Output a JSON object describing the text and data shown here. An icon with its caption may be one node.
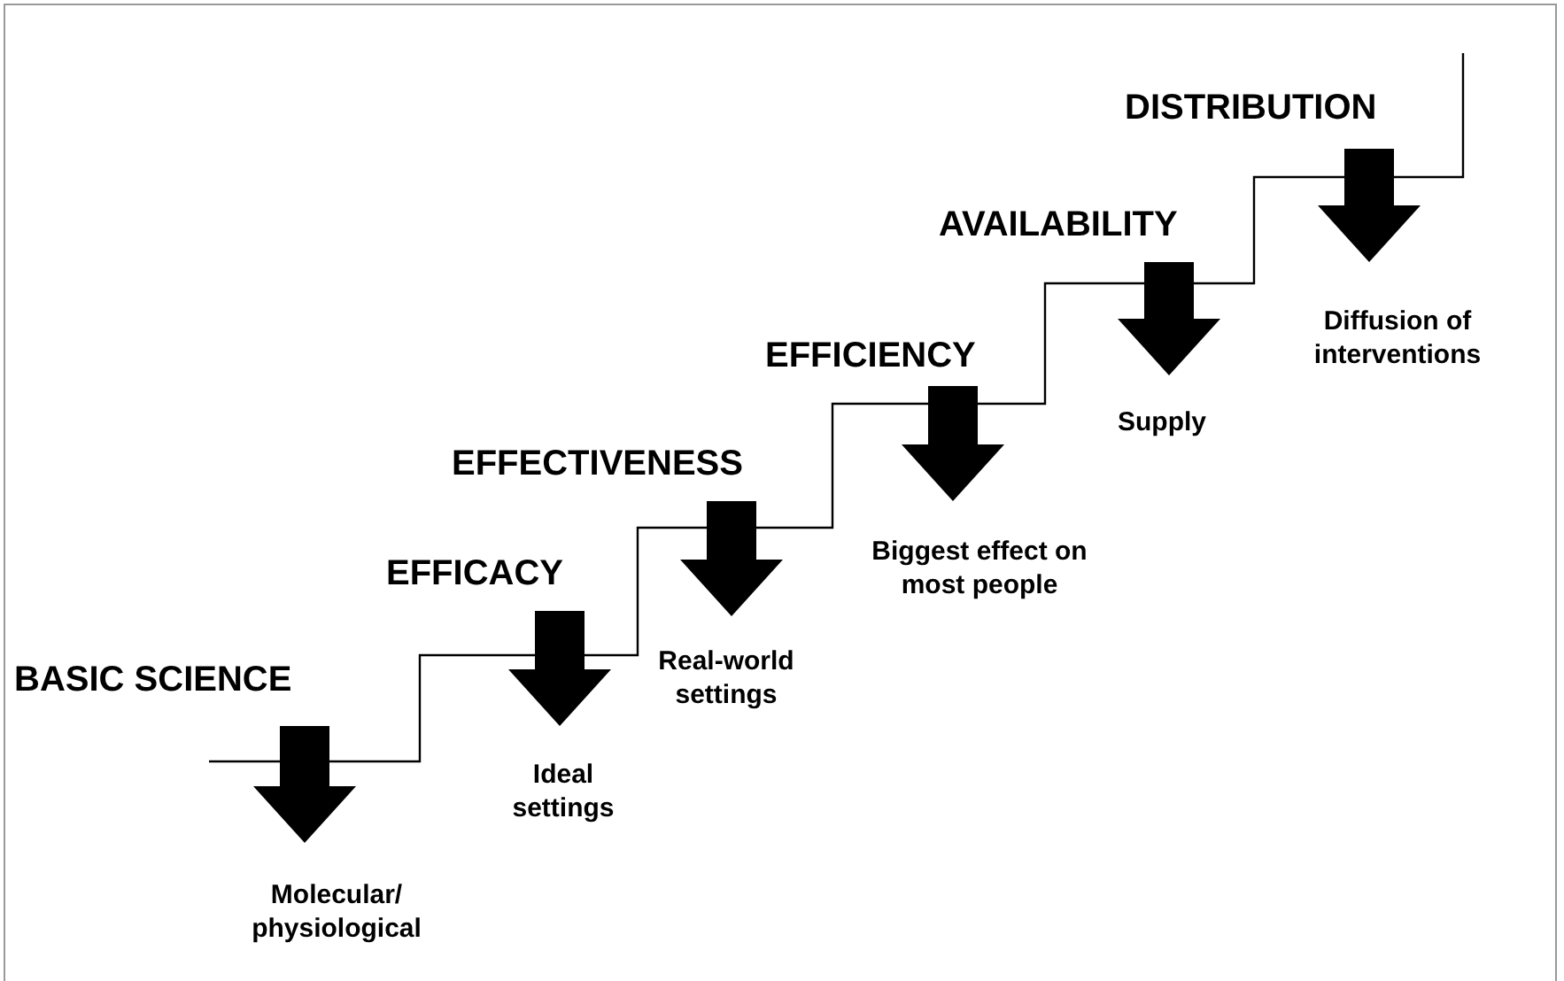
{
  "diagram": {
    "nodes": [
      {
        "text": [
          "BASIC SCIENCE"
        ]
      },
      {
        "text": [
          "Molecular/ physiological"
        ]
      },
      {
        "text": [
          "EFFICACY"
        ]
      },
      {
        "text": [
          "Ideal settings"
        ]
      },
      {
        "text": [
          "EFFECTIVENESS"
        ]
      },
      {
        "text": [
          "Real-world settings"
        ]
      },
      {
        "text": [
          "EFFICIENCY"
        ]
      },
      {
        "text": [
          "Biggest effect on most people"
        ]
      },
      {
        "text": [
          "AVAILABILITY"
        ]
      },
      {
        "text": [
          "Supply"
        ]
      },
      {
        "text": [
          "DISTRIBUTION"
        ]
      },
      {
        "text": [
          "Diffusion of interventions"
        ]
      }
    ],
    "edges": [
      {
        "from": 0,
        "to": 1,
        "arrow": "to"
      },
      {
        "from": 2,
        "to": 3,
        "arrow": "to"
      },
      {
        "from": 4,
        "to": 5,
        "arrow": "to"
      },
      {
        "from": 6,
        "to": 7,
        "arrow": "to"
      },
      {
        "from": 8,
        "to": 9,
        "arrow": "to"
      },
      {
        "from": 10,
        "to": 11,
        "arrow": "to"
      }
    ]
  }
}
